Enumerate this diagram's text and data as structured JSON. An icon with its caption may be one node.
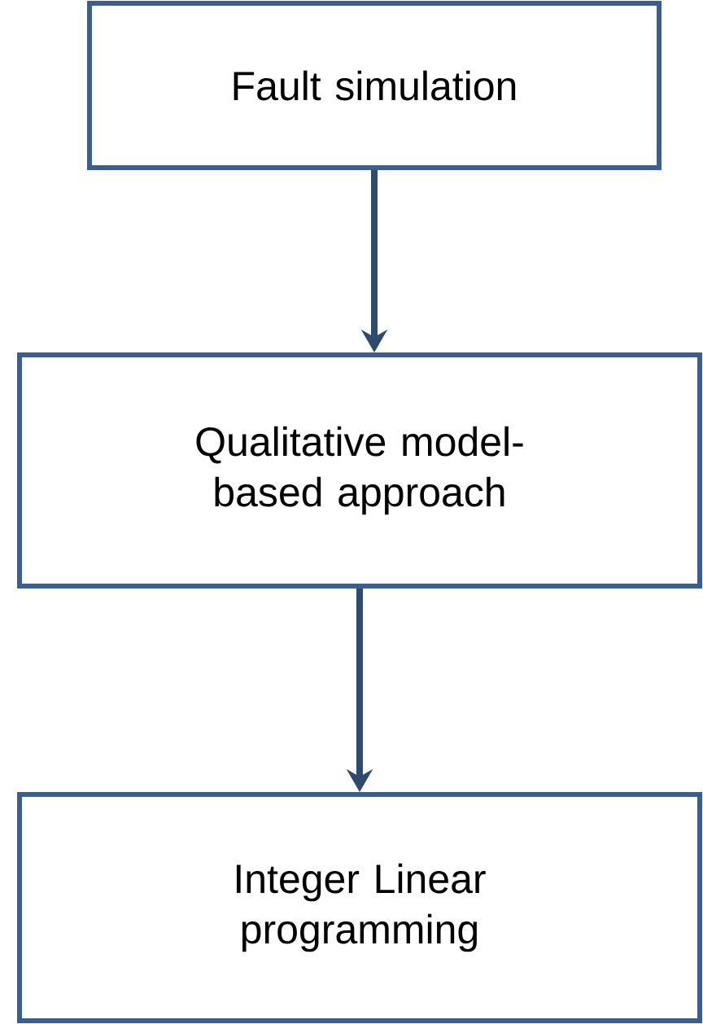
{
  "diagram": {
    "nodes": [
      {
        "text": [
          "Fault simulation"
        ]
      },
      {
        "text": [
          "Qualitative model-based approach"
        ]
      },
      {
        "text": [
          "Integer Linear programming"
        ]
      }
    ],
    "edges": [
      {
        "from": 0,
        "to": 1,
        "arrow": "to"
      },
      {
        "from": 1,
        "to": 2,
        "arrow": "to"
      }
    ]
  }
}
